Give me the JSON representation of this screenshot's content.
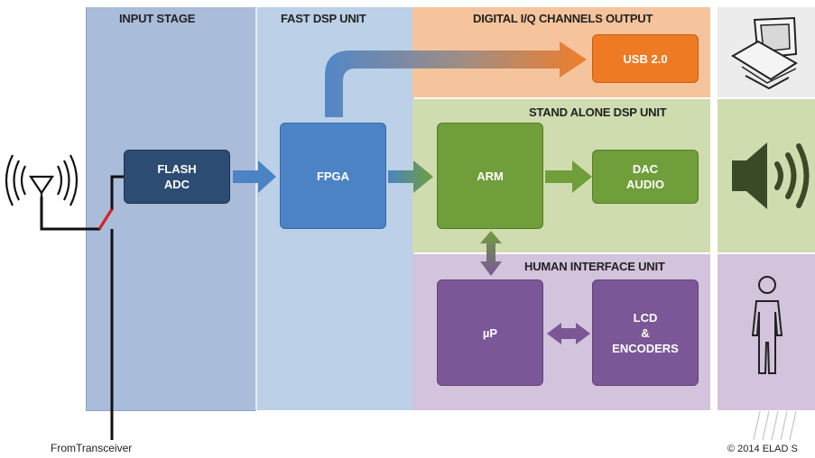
{
  "zones": {
    "input_stage": "INPUT STAGE",
    "fast_dsp": "FAST DSP UNIT",
    "digital_iq": "DIGITAL I/Q CHANNELS OUTPUT",
    "standalone": "STAND ALONE DSP UNIT",
    "human_interface": "HUMAN INTERFACE UNIT"
  },
  "blocks": {
    "flash_adc": [
      "FLASH",
      "ADC"
    ],
    "fpga": "FPGA",
    "usb": "USB 2.0",
    "arm": "ARM",
    "dac_audio": [
      "DAC",
      "AUDIO"
    ],
    "up": "µP",
    "lcd_encoders": [
      "LCD",
      "&",
      "ENCODERS"
    ]
  },
  "labels": {
    "from_transceiver": "FromTransceiver",
    "copyright": "© 2014 ELAD S"
  },
  "icons": [
    "antenna-icon",
    "computer-icon",
    "speaker-icon",
    "person-icon"
  ],
  "colors": {
    "input_bg": "#a9bcd9",
    "fast_dsp_bg": "#bcd0e8",
    "digital_bg": "#f6c49c",
    "standalone_bg": "#cfdcb0",
    "human_bg": "#d3c3dc",
    "adc": "#2d4c73",
    "fpga": "#4c83c4",
    "usb": "#ef7a24",
    "arm": "#6f9e3a",
    "purple": "#7b5797"
  }
}
